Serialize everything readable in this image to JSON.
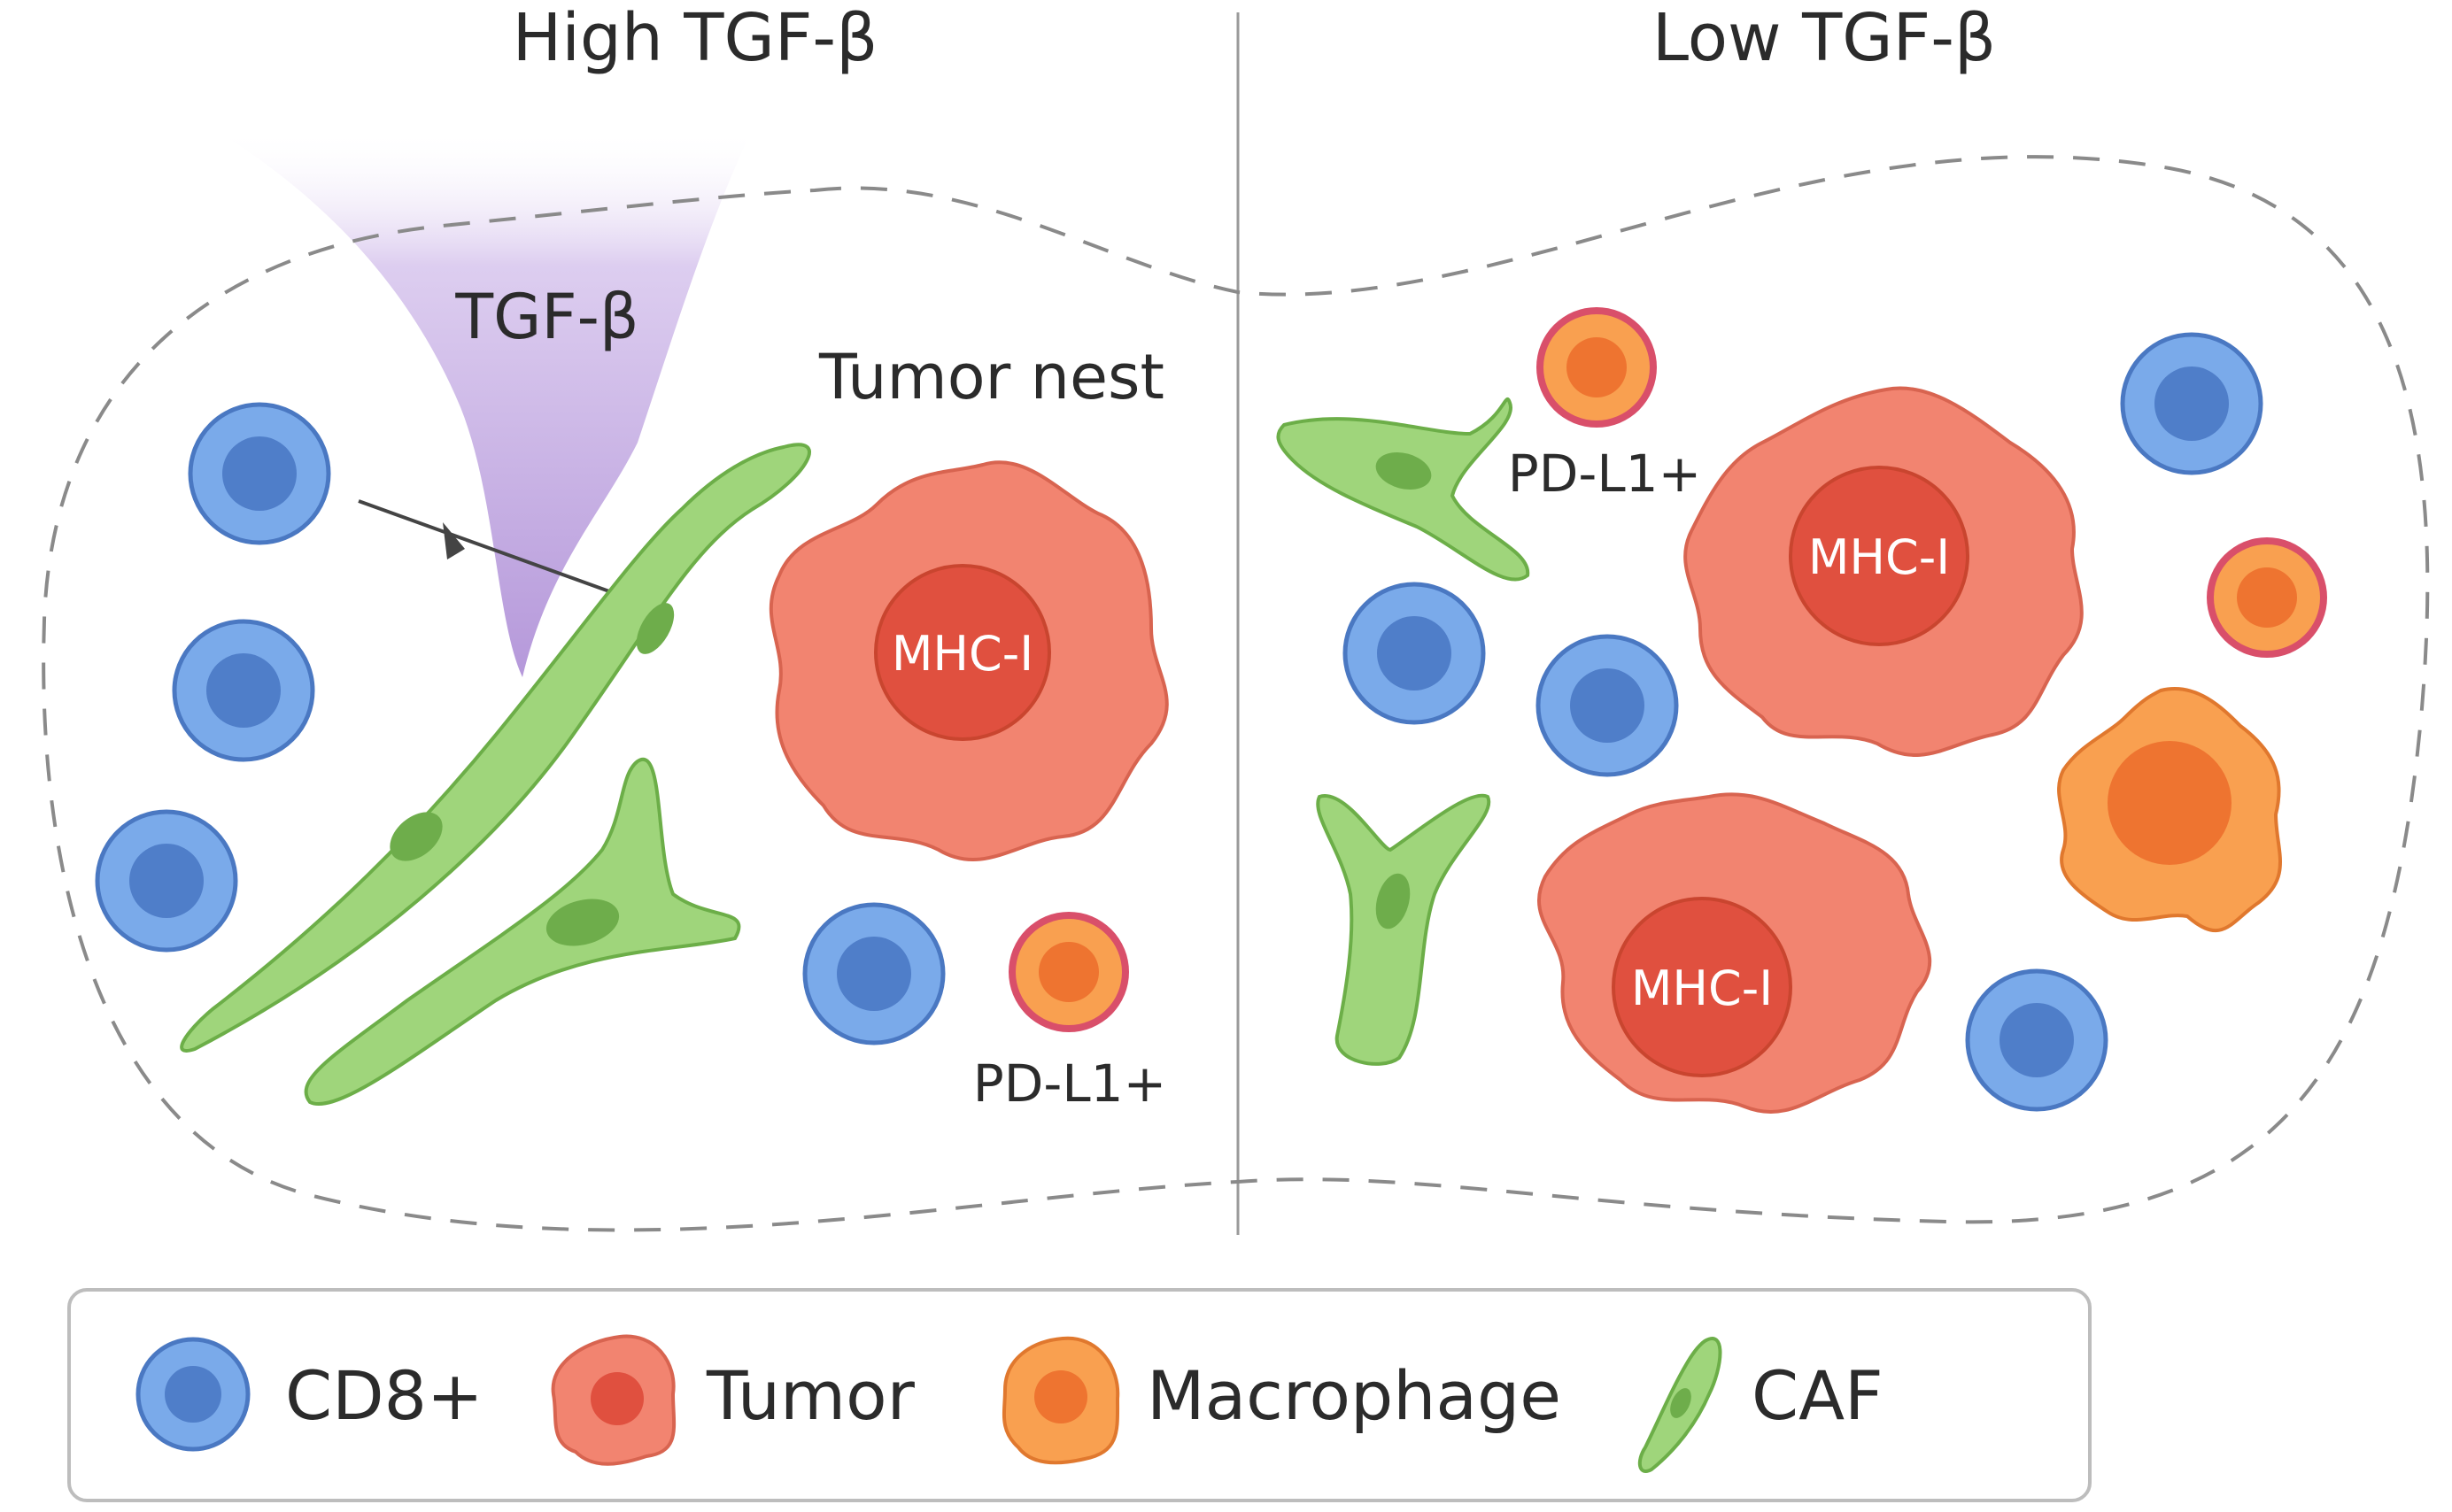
{
  "titles": {
    "left": "High TGF-β",
    "right": "Low TGF-β"
  },
  "left_panel": {
    "gradient_label": "TGF-β",
    "nest_label": "Tumor nest",
    "tumor_label": "MHC-I",
    "pdl1_label": "PD-L1+"
  },
  "right_panel": {
    "pdl1_label": "PD-L1+",
    "tumor_label_1": "MHC-I",
    "tumor_label_2": "MHC-I"
  },
  "legend": {
    "items": [
      {
        "label": "CD8+",
        "icon": "cd8-cell-icon"
      },
      {
        "label": "Tumor",
        "icon": "tumor-cell-icon"
      },
      {
        "label": "Macrophage",
        "icon": "macrophage-icon"
      },
      {
        "label": "CAF",
        "icon": "caf-icon"
      }
    ]
  },
  "colors": {
    "cd8_outer": "#7aaaea",
    "cd8_inner": "#4f7ec9",
    "tumor_outer": "#f28470",
    "tumor_inner": "#e0503f",
    "macrophage_outer": "#f9a050",
    "macrophage_inner": "#ee7430",
    "pdl1_ring": "#d94f6a",
    "caf_fill": "#9fd57b",
    "caf_nucleus": "#6ead4b",
    "tgf_gradient": "#b89ad8"
  }
}
